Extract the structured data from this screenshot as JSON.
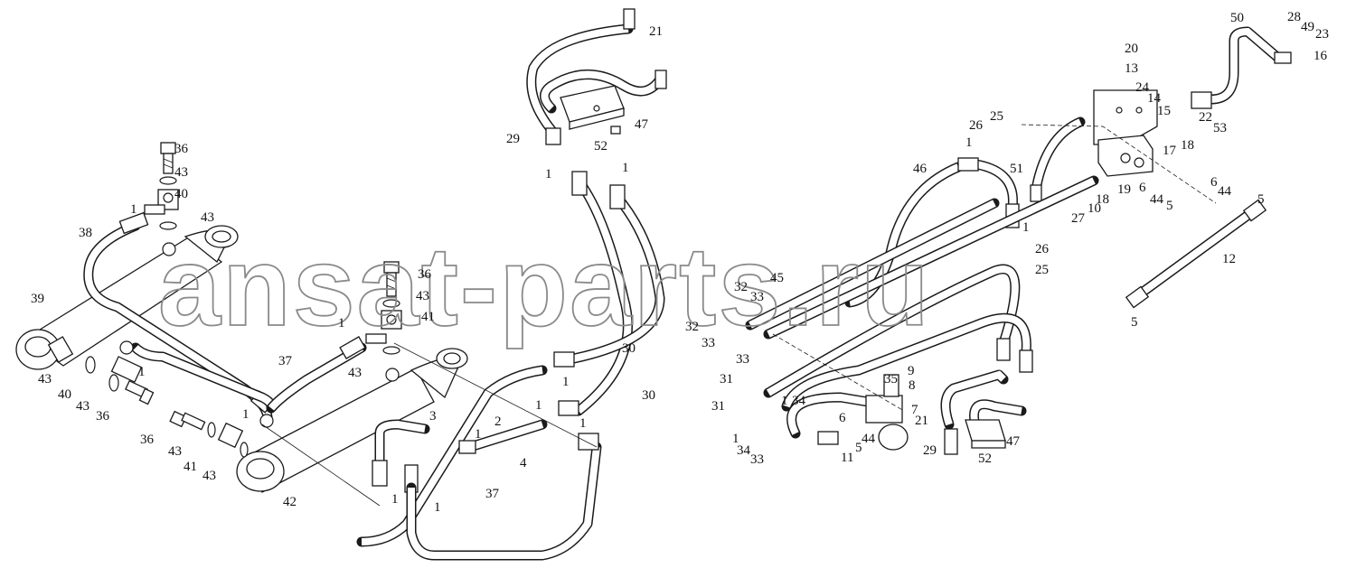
{
  "watermark": "ansat-parts.ru",
  "callouts": {
    "c36a": "36",
    "c43a": "43",
    "c40a": "40",
    "c1a": "1",
    "c43b": "43",
    "c38": "38",
    "c39": "39",
    "c43c": "43",
    "c40b": "40",
    "c43d": "43",
    "c1b": "1",
    "c36b": "36",
    "c36c": "36",
    "c43e": "43",
    "c41a": "41",
    "c43f": "43",
    "c42": "42",
    "c1c": "1",
    "c37a": "37",
    "c36d": "36",
    "c43g": "43",
    "c1d": "1",
    "c41b": "41",
    "c43h": "43",
    "c21a": "21",
    "c47a": "47",
    "c29a": "29",
    "c52a": "52",
    "c1e": "1",
    "c1f": "1",
    "c30a": "30",
    "c30b": "30",
    "c1g": "1",
    "c2": "2",
    "c1h": "1",
    "c1i": "1",
    "c3": "3",
    "c1j": "1",
    "c4": "4",
    "c1k": "1",
    "c1l": "1",
    "c37b": "37",
    "c20": "20",
    "c13": "13",
    "c24": "24",
    "c14": "14",
    "c15": "15",
    "c25a": "25",
    "c26a": "26",
    "c1m": "1",
    "c17": "17",
    "c19": "19",
    "c18a": "18",
    "c18b": "18",
    "c46": "46",
    "c51": "51",
    "c10": "10",
    "c27": "27",
    "c1n": "1",
    "c26b": "26",
    "c25b": "25",
    "c6a": "6",
    "c44a": "44",
    "c5a": "5",
    "c6b": "6",
    "c44b": "44",
    "c5b": "5",
    "c12": "12",
    "c5c": "5",
    "c50": "50",
    "c28": "28",
    "c49": "49",
    "c23": "23",
    "c16": "16",
    "c22": "22",
    "c53": "53",
    "c45": "45",
    "c32a": "32",
    "c33a": "33",
    "c32b": "32",
    "c33b": "33",
    "c33c": "33",
    "c31a": "31",
    "c31b": "31",
    "c1o": "1",
    "c34a": "34",
    "c1p": "1",
    "c34b": "34",
    "c33d": "33",
    "c35": "35",
    "c9": "9",
    "c8": "8",
    "c7": "7",
    "c21b": "21",
    "c6c": "6",
    "c44c": "44",
    "c5d": "5",
    "c11": "11",
    "c29b": "29",
    "c47b": "47",
    "c52b": "52"
  }
}
